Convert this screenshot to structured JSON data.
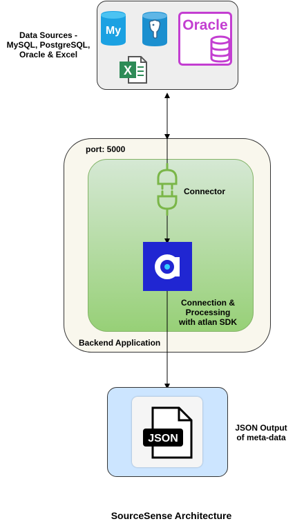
{
  "sources": {
    "label": "Data Sources -\nMySQL, PostgreSQL,\nOracle & Excel",
    "icons": [
      "mysql-icon",
      "postgresql-icon",
      "oracle-icon",
      "excel-icon"
    ],
    "mysql_text": "My",
    "oracle_text": "Oracle",
    "excel_text": "X"
  },
  "backend": {
    "port_label": "port: 5000",
    "label": "Backend Application",
    "connector_label": "Connector",
    "processing_label": "Connection &\nProcessing\nwith atlan SDK",
    "atlan_letter": "a"
  },
  "output": {
    "label": "JSON Output\nof meta-data",
    "json_text": "JSON"
  },
  "title": "SourceSense Architecture",
  "colors": {
    "mysql": "#1ba1e2",
    "postgres": "#1b8fcf",
    "oracle": "#c33ed1",
    "excel": "#2e8b57",
    "connector": "#7ab648",
    "atlan": "#2026d2"
  }
}
